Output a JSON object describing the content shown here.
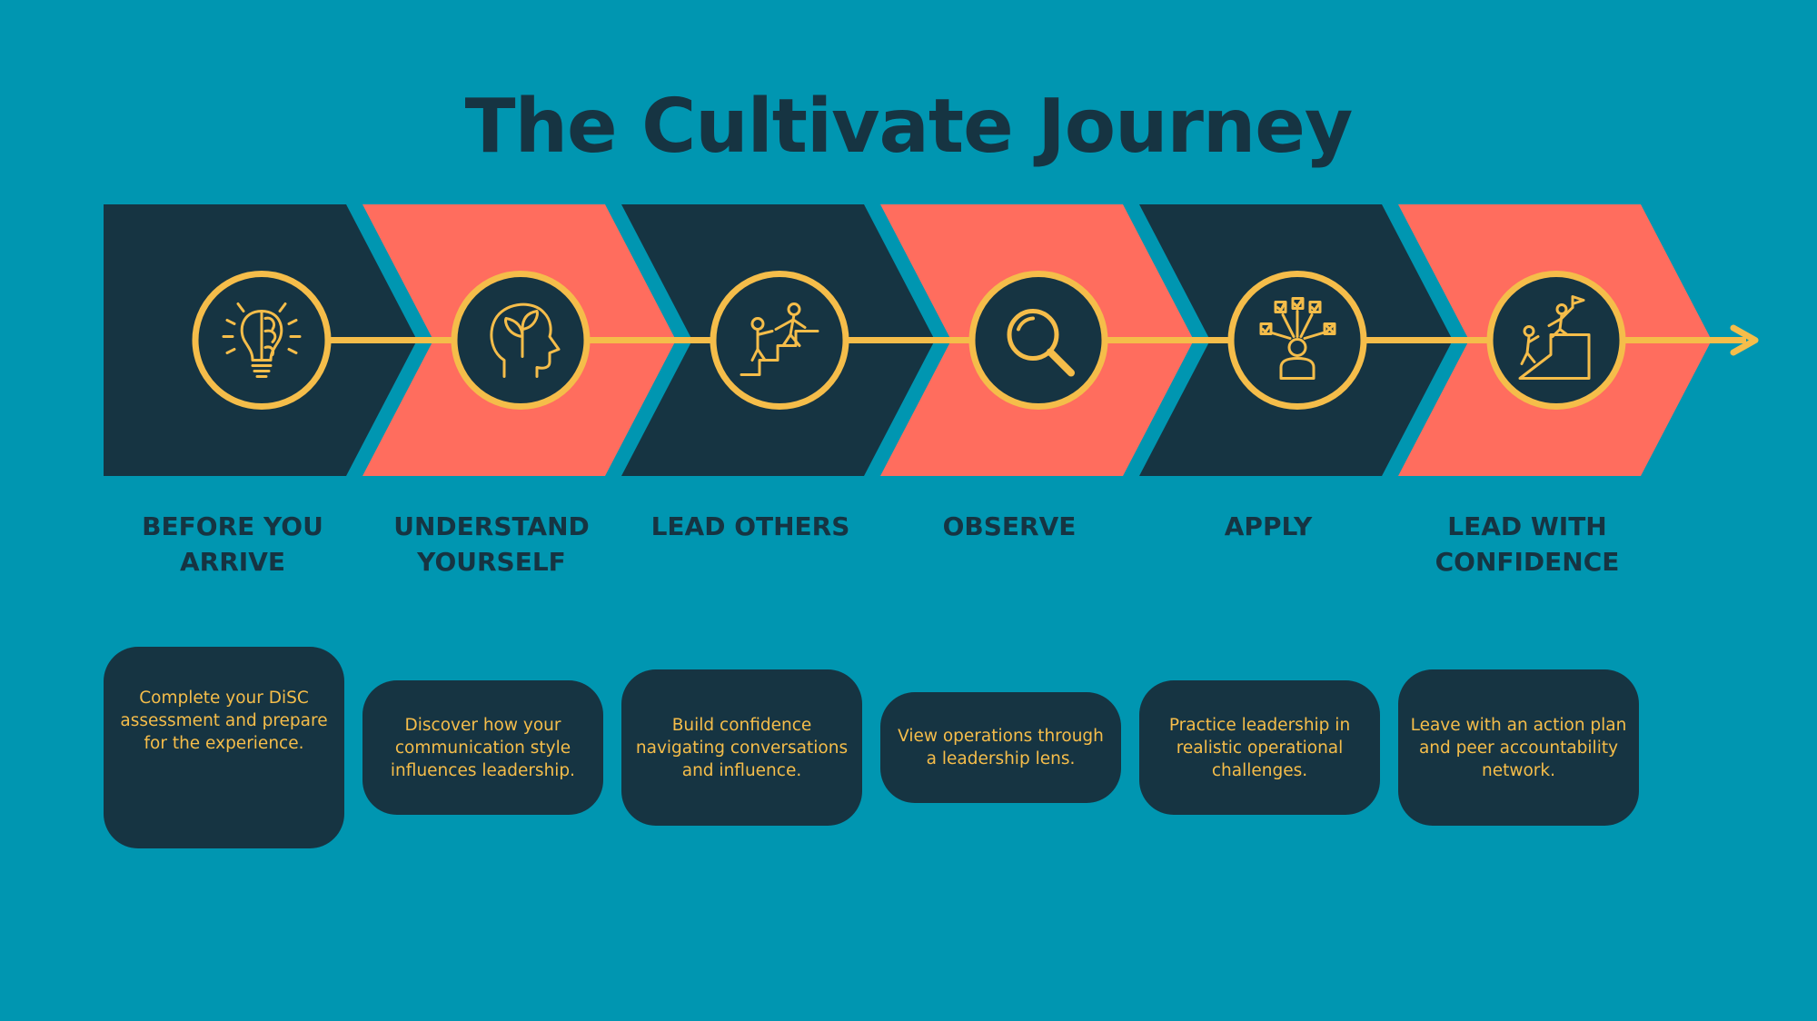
{
  "title": "The Cultivate Journey",
  "colors": {
    "background": "#0096b1",
    "dark": "#163442",
    "coral": "#ff6d5e",
    "gold": "#f5bd4a"
  },
  "steps": [
    {
      "label": "BEFORE YOU\nARRIVE",
      "icon": "lightbulb-brain-icon",
      "description": "Complete your DiSC assessment and prepare for the experience."
    },
    {
      "label": "UNDERSTAND\nYOURSELF",
      "icon": "head-sprout-icon",
      "description": "Discover how your communication style influences leadership."
    },
    {
      "label": "LEAD OTHERS",
      "icon": "helping-hand-stairs-icon",
      "description": "Build confidence navigating conversations and influence."
    },
    {
      "label": "OBSERVE",
      "icon": "magnifier-icon",
      "description": "View operations through a leadership lens."
    },
    {
      "label": "APPLY",
      "icon": "person-choices-icon",
      "description": "Practice leadership in realistic operational challenges."
    },
    {
      "label": "LEAD WITH\nCONFIDENCE",
      "icon": "climb-summit-flag-icon",
      "description": "Leave with an action plan and peer accountability network."
    }
  ]
}
